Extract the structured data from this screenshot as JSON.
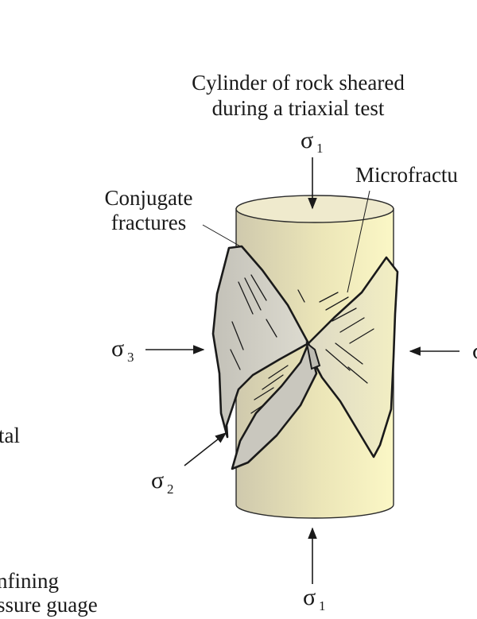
{
  "title": {
    "line1": "Cylinder of rock sheared",
    "line2": "during a triaxial test"
  },
  "labels": {
    "microfracture": "Microfractu",
    "conjugate_line1": "Conjugate",
    "conjugate_line2": "fractures",
    "left_partial": "tal",
    "confining_line1": "nfining",
    "confining_line2": "ssure guage"
  },
  "stresses": {
    "sigma_symbol": "σ",
    "top_sub": "1",
    "bottom_sub": "1",
    "left_sub": "3",
    "lower_left_sub": "2"
  },
  "colors": {
    "cylinder_light": "#fbf6c4",
    "cylinder_dark": "#d2ccb2",
    "fragment": "#cfcdc4",
    "line": "#1a1a1a"
  }
}
